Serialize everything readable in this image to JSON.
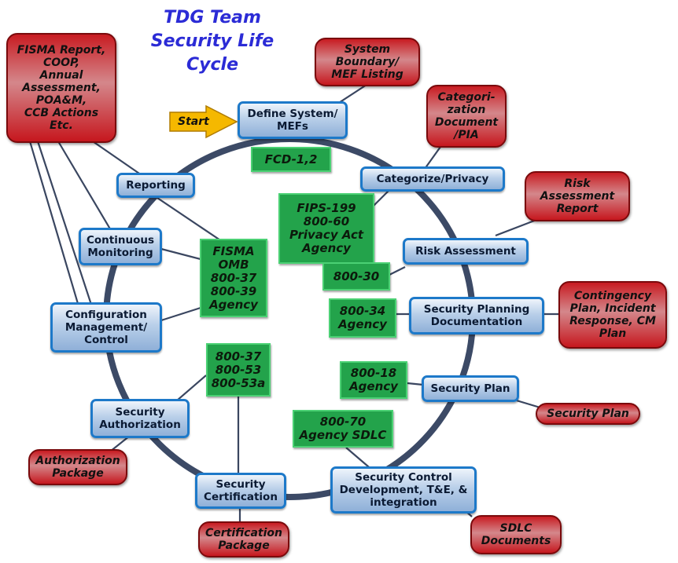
{
  "title": {
    "line1": "TDG Team",
    "line2": "Security Life",
    "line3": "Cycle"
  },
  "start_label": "Start",
  "phases": {
    "define_system": "Define System/\nMEFs",
    "categorize": "Categorize/Privacy",
    "risk_assessment": "Risk Assessment",
    "security_planning": "Security Planning\nDocumentation",
    "security_plan": "Security Plan",
    "security_control": "Security Control\nDevelopment, T&E, &\nintegration",
    "security_certification": "Security\nCertification",
    "security_authorization": "Security\nAuthorization",
    "configuration_management": "Configuration\nManagement/\nControl",
    "continuous_monitoring": "Continuous\nMonitoring",
    "reporting": "Reporting"
  },
  "deliverables": {
    "fisma_report": "FISMA Report,\nCOOP,\nAnnual\nAssessment,\nPOA&M,\nCCB Actions\nEtc.",
    "system_boundary": "System\nBoundary/\nMEF Listing",
    "categorization_document": "Categori-\nzation\nDocument\n/PIA",
    "risk_assessment_report": "Risk\nAssessment\nReport",
    "contingency_plan": "Contingency\nPlan, Incident\nResponse, CM\nPlan",
    "security_plan_doc": "Security Plan",
    "sdlc_documents": "SDLC\nDocuments",
    "certification_package": "Certification\nPackage",
    "authorization_package": "Authorization\nPackage"
  },
  "standards": {
    "fcd": "FCD-1,2",
    "fips": "FIPS-199\n800-60\nPrivacy Act\nAgency",
    "sp800_30": "800-30",
    "sp800_34": "800-34\nAgency",
    "sp800_18": "800-18\nAgency",
    "sp800_70": "800-70\nAgency SDLC",
    "sp800_37_53": "800-37\n800-53\n800-53a",
    "fisma_omb": "FISMA\nOMB\n800-37\n800-39\nAgency"
  },
  "colors": {
    "ring": "#3c4a66",
    "phase_border": "#1d79c9",
    "deliverable_red": "#c81c22",
    "standard_green": "#23a34b",
    "start_arrow": "#f5b800",
    "title_blue": "#2b2bd6"
  }
}
